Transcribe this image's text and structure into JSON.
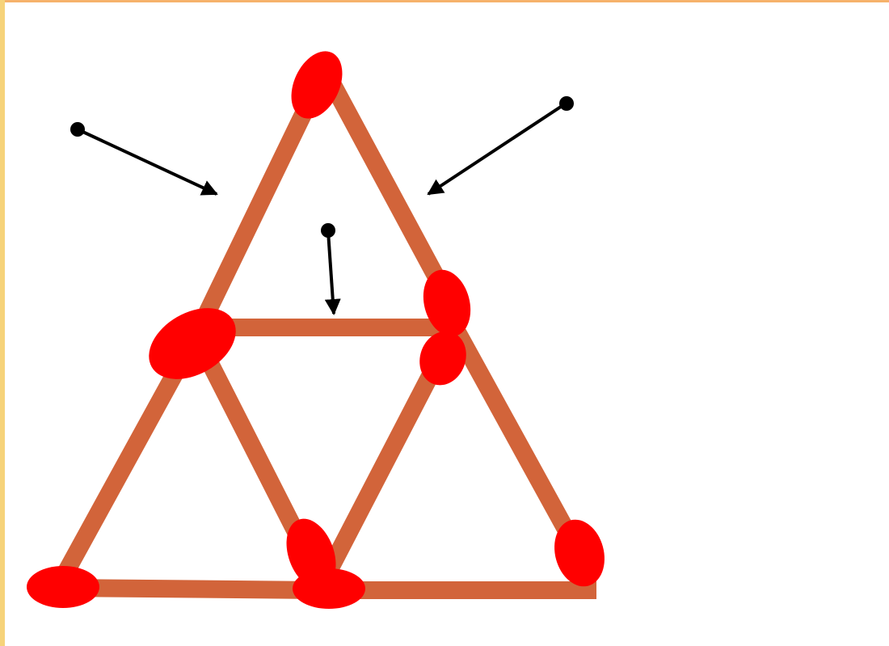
{
  "diagram": {
    "type": "matchstick-puzzle",
    "matchstick_count": 9,
    "colors": {
      "background": "#ffffff",
      "stick": "#d2643a",
      "match_head": "#ff0000",
      "pointer": "#000000",
      "frame_top": "#f6b26b",
      "frame_left": "#f6d37a"
    },
    "pointer_arrows": 3
  }
}
